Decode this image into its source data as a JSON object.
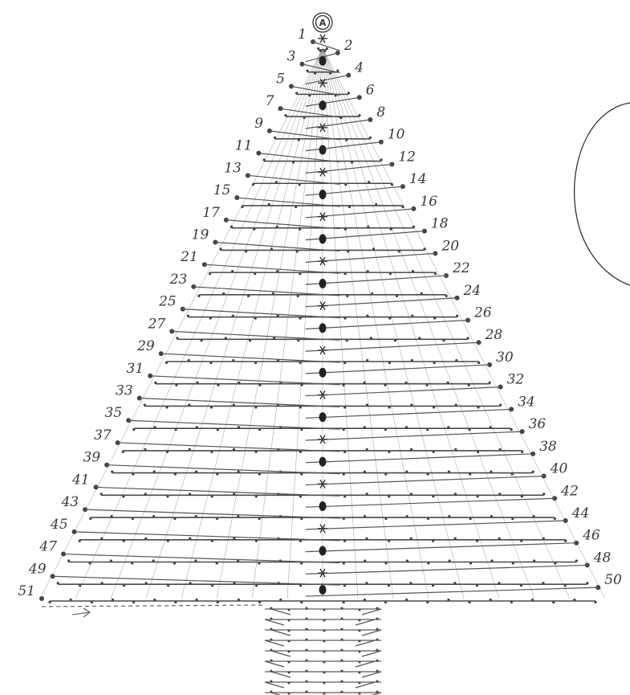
{
  "apex": {
    "label": "A"
  },
  "numbers": [
    "1",
    "2",
    "3",
    "4",
    "5",
    "6",
    "7",
    "8",
    "9",
    "10",
    "11",
    "12",
    "13",
    "14",
    "15",
    "16",
    "17",
    "18",
    "19",
    "20",
    "21",
    "22",
    "23",
    "24",
    "25",
    "26",
    "27",
    "28",
    "29",
    "30",
    "31",
    "32",
    "33",
    "34",
    "35",
    "36",
    "37",
    "38",
    "39",
    "40",
    "41",
    "42",
    "43",
    "44",
    "45",
    "46",
    "47",
    "48",
    "49",
    "50",
    "51"
  ],
  "colors": {
    "ink": "#4a4a4a",
    "guide": "#9a9a9a",
    "paper": "#ffffff"
  },
  "icons": {
    "even_centre_mark": "asterisk",
    "odd_centre_mark": "filled-dot",
    "start_marker": "arrow-right"
  }
}
